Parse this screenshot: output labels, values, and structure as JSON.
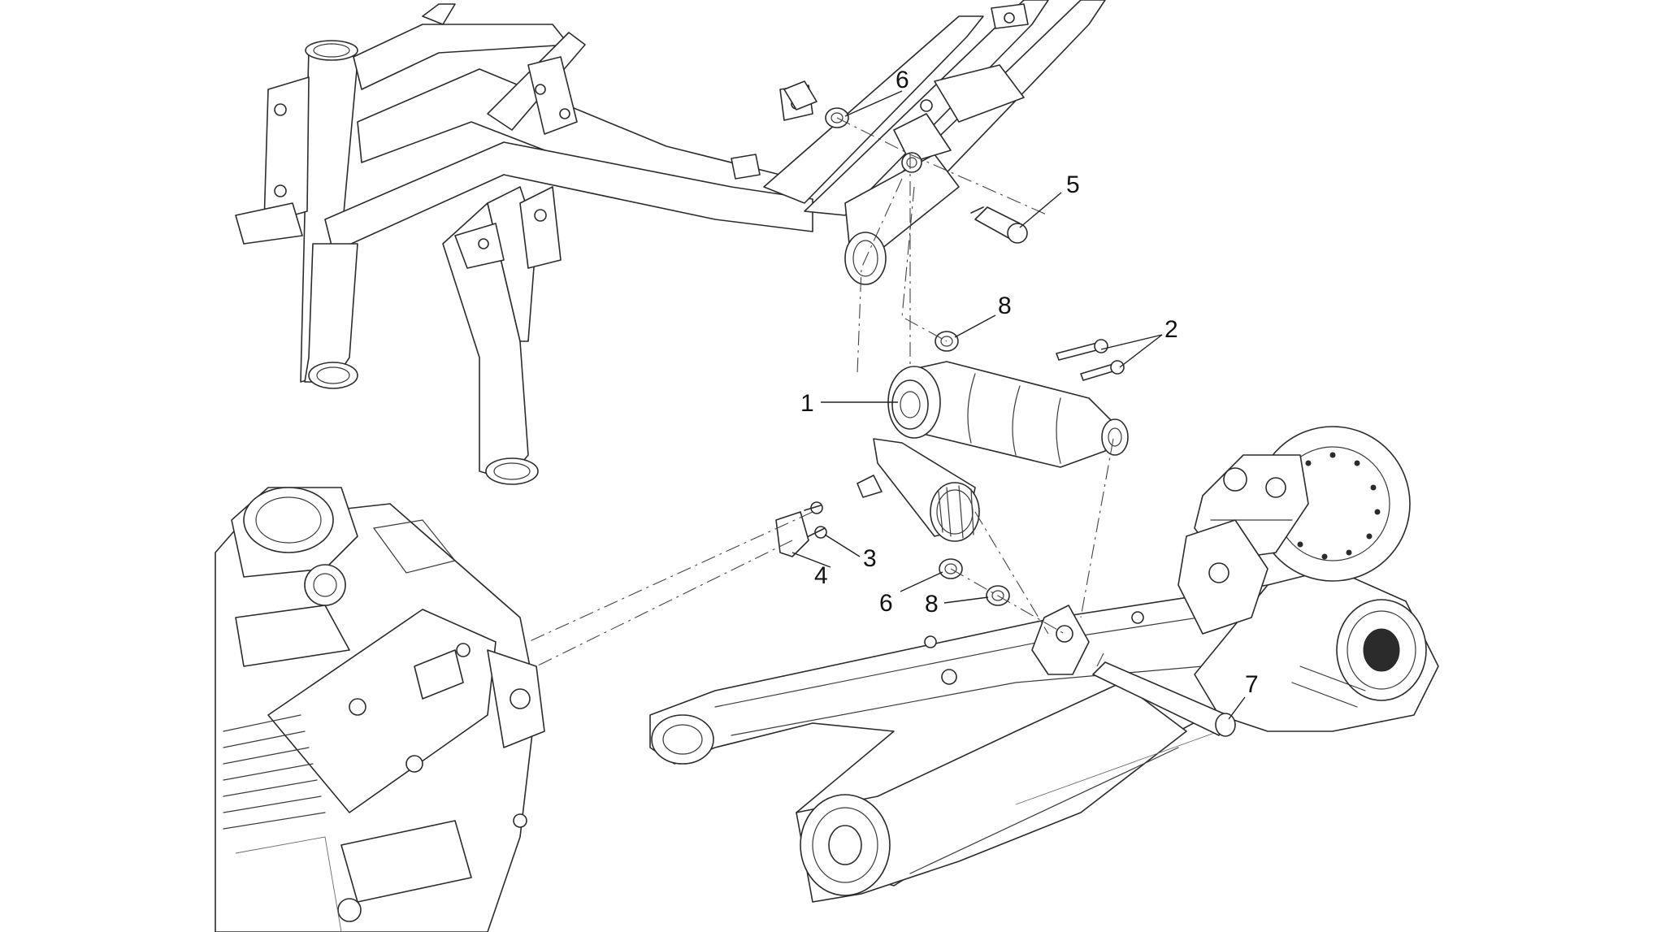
{
  "callouts": [
    {
      "id": "c1",
      "label": "1"
    },
    {
      "id": "c2",
      "label": "2"
    },
    {
      "id": "c3",
      "label": "3"
    },
    {
      "id": "c4",
      "label": "4"
    },
    {
      "id": "c5",
      "label": "5"
    },
    {
      "id": "c6a",
      "label": "6"
    },
    {
      "id": "c6b",
      "label": "6"
    },
    {
      "id": "c7",
      "label": "7"
    },
    {
      "id": "c8a",
      "label": "8"
    },
    {
      "id": "c8b",
      "label": "8"
    }
  ],
  "colors": {
    "line": "#2b2b2b",
    "background": "#ffffff"
  }
}
